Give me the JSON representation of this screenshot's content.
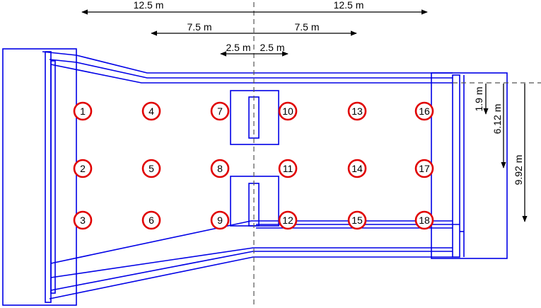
{
  "dimensions": {
    "half_span_left": "12.5 m",
    "half_span_right": "12.5 m",
    "mid_left": "7.5 m",
    "mid_right": "7.5 m",
    "inner_left": "2.5 m",
    "inner_right": "2.5 m",
    "depth_1": "1.9 m",
    "depth_2": "6.12 m",
    "depth_3": "9.92 m"
  },
  "points": [
    "1",
    "2",
    "3",
    "4",
    "5",
    "6",
    "7",
    "8",
    "9",
    "10",
    "11",
    "12",
    "13",
    "14",
    "15",
    "16",
    "17",
    "18"
  ],
  "colors": {
    "outline": "#0000e6",
    "marker": "#e00000",
    "dimension": "#000000"
  }
}
